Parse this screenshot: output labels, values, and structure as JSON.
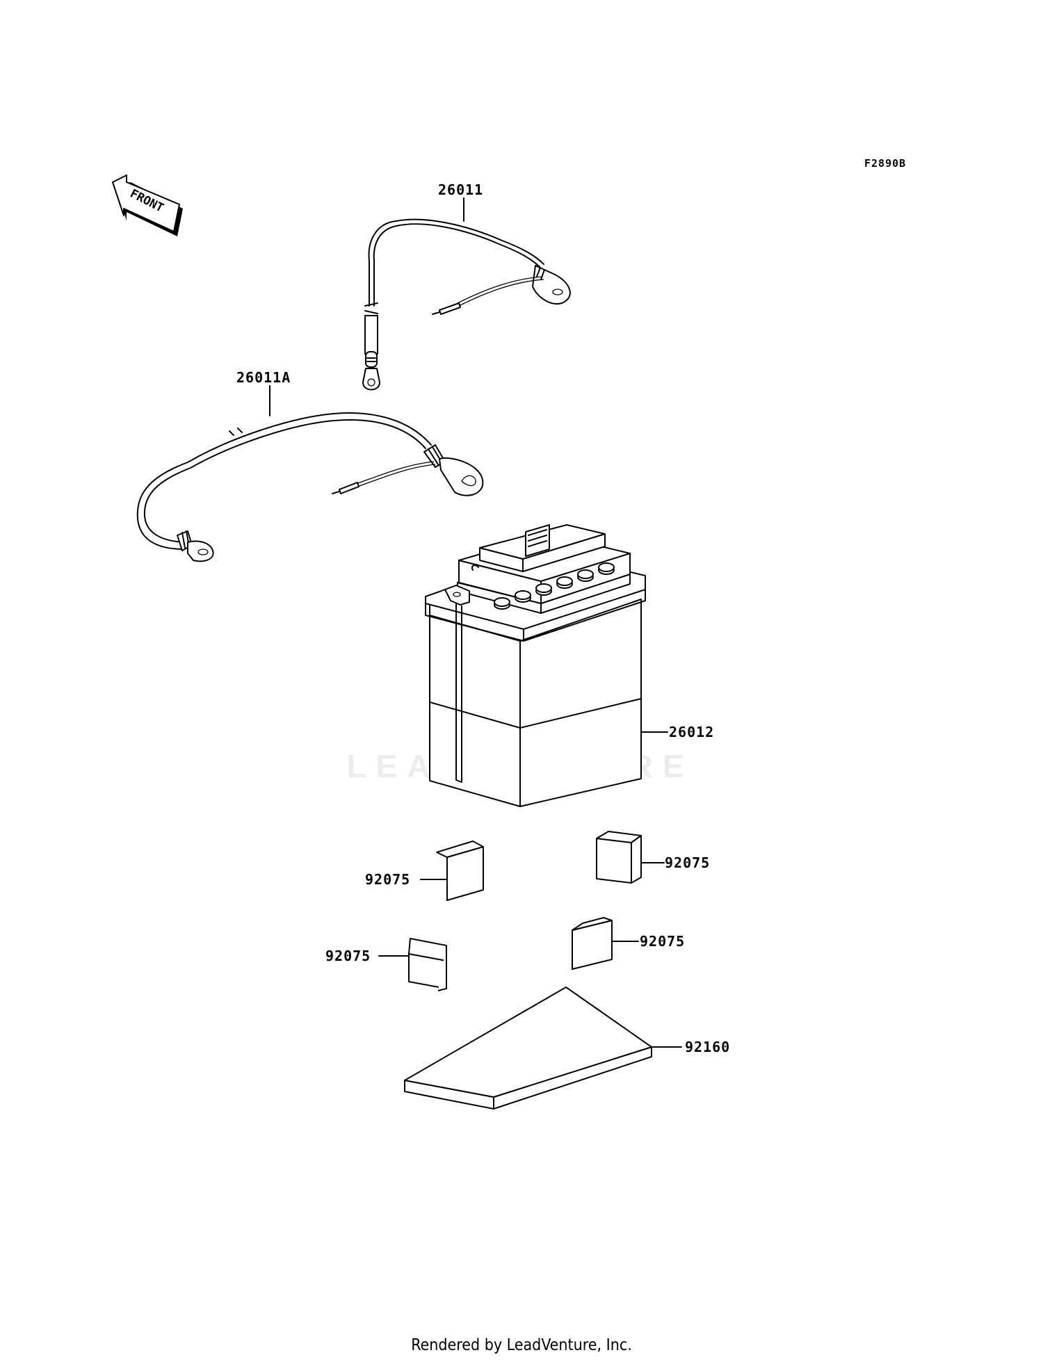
{
  "figure_code": "F2890B",
  "front_label": "FRONT",
  "watermark": "LEADVENTURE",
  "parts": [
    {
      "id": "cable_positive",
      "number": "26011"
    },
    {
      "id": "cable_negative",
      "number": "26011A"
    },
    {
      "id": "battery",
      "number": "26012"
    },
    {
      "id": "pad_1",
      "number": "92075"
    },
    {
      "id": "pad_2",
      "number": "92075"
    },
    {
      "id": "pad_3",
      "number": "92075"
    },
    {
      "id": "pad_4",
      "number": "92075"
    },
    {
      "id": "battery_plate",
      "number": "92160"
    }
  ],
  "footer": "Rendered by LeadVenture, Inc."
}
